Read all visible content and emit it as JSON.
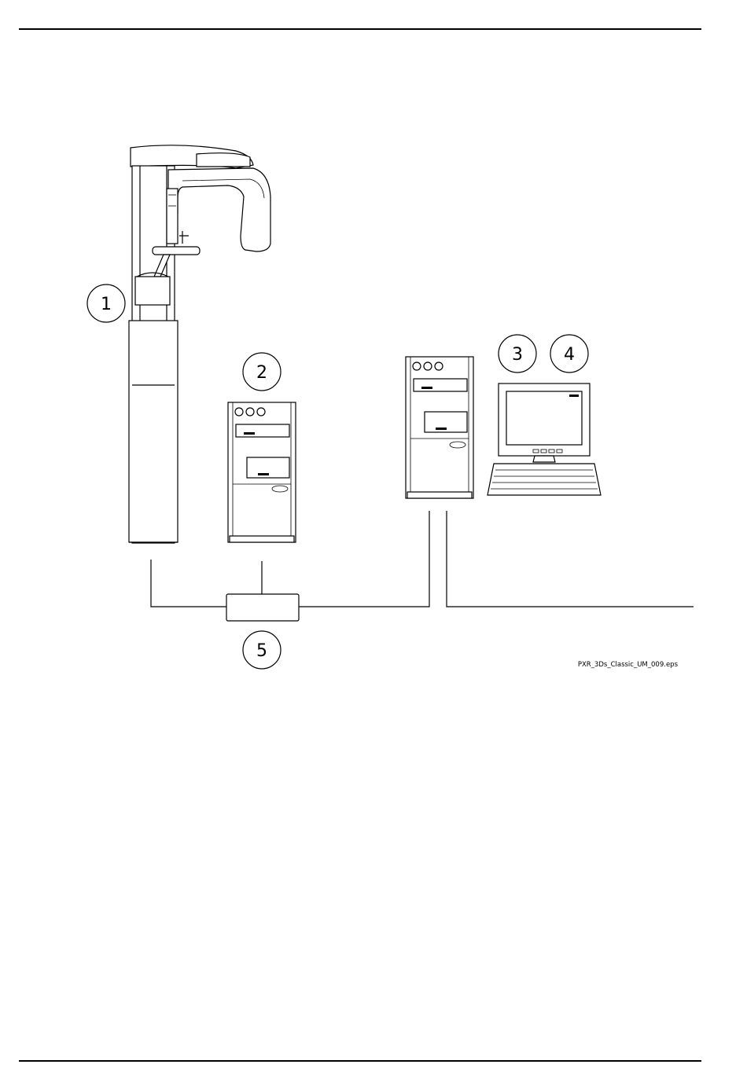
{
  "callouts": {
    "c1": "1",
    "c2": "2",
    "c3": "3",
    "c4": "4",
    "c5": "5"
  },
  "figure_file": "PXR_3Ds_Classic_UM_009.eps"
}
